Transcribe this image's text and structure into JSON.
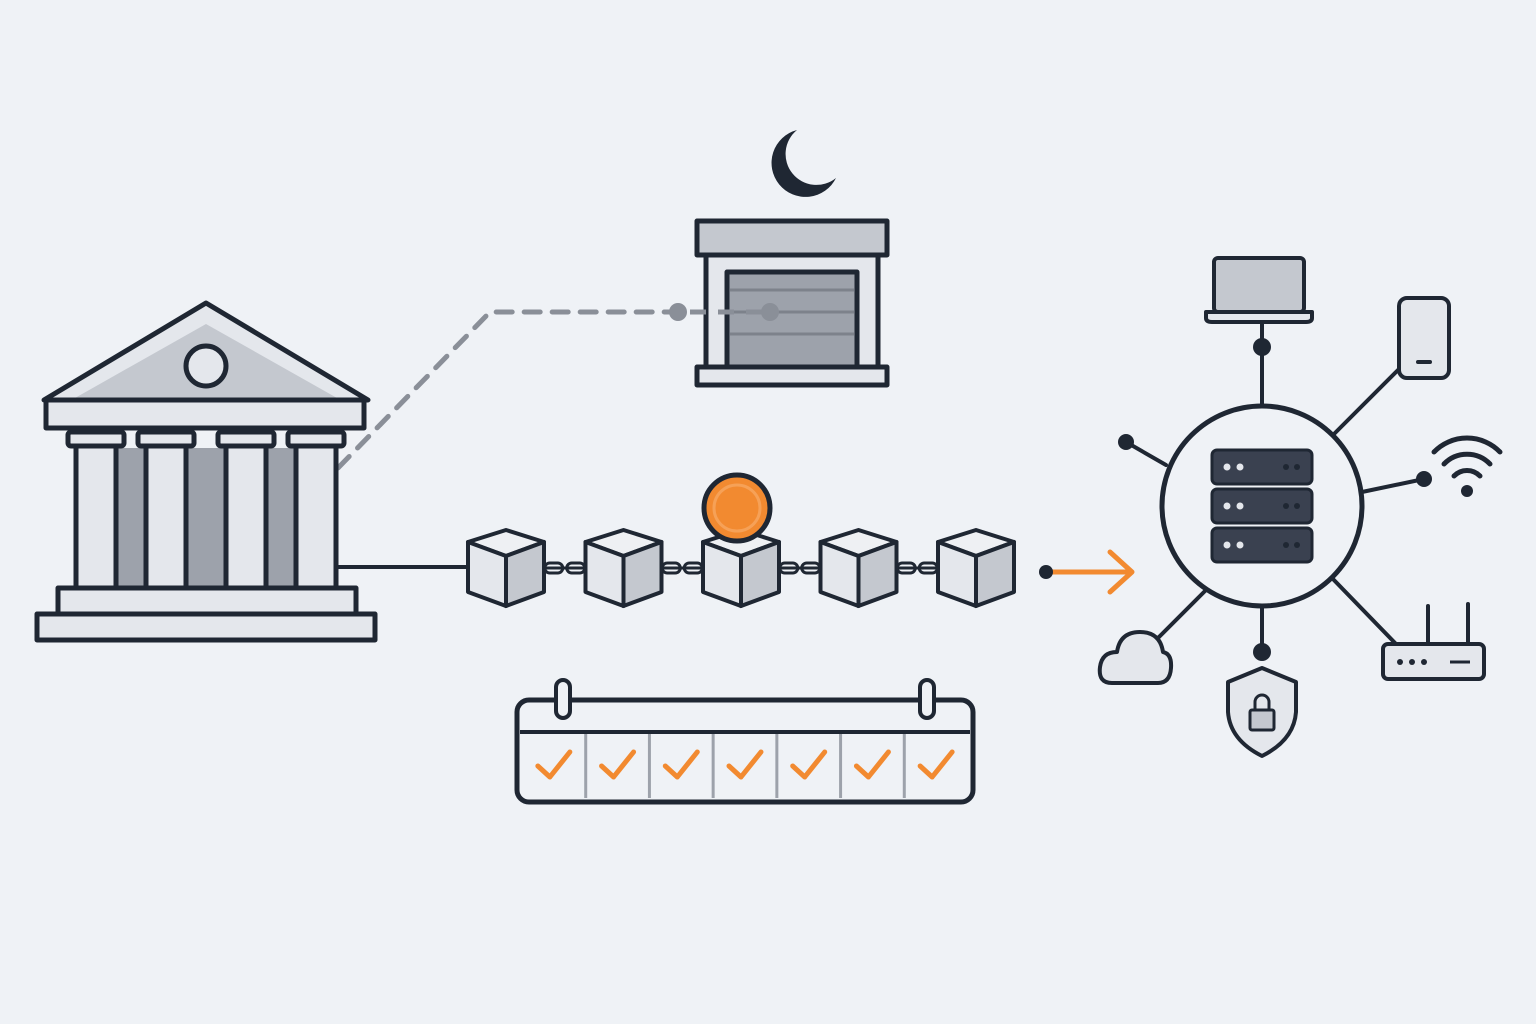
{
  "colors": {
    "background": "#eff2f6",
    "stroke": "#1f2733",
    "fill_light": "#e4e7ec",
    "fill_mid": "#c4c8cf",
    "fill_dark": "#9da2ab",
    "accent": "#f28a30",
    "dashed": "#8a8f98",
    "server_body": "#3a4150"
  },
  "diagram": {
    "bank": {
      "icon": "bank-building-icon"
    },
    "closed_branch": {
      "icon": "closed-shop-icon",
      "status_icon": "moon-icon",
      "link_style": "dashed"
    },
    "blockchain": {
      "icon": "block-icon",
      "block_count": 5,
      "highlighted_block": 3,
      "coin_icon": "coin-icon",
      "output_icon": "arrow-right-icon"
    },
    "calendar": {
      "icon": "calendar-icon",
      "day_count": 7,
      "all_days_checked": true,
      "check_icon": "check-icon"
    },
    "network": {
      "hub_icon": "server-icon",
      "devices": [
        "laptop-icon",
        "phone-icon",
        "wifi-icon",
        "router-icon",
        "shield-lock-icon",
        "cloud-icon",
        "node-icon"
      ]
    }
  }
}
